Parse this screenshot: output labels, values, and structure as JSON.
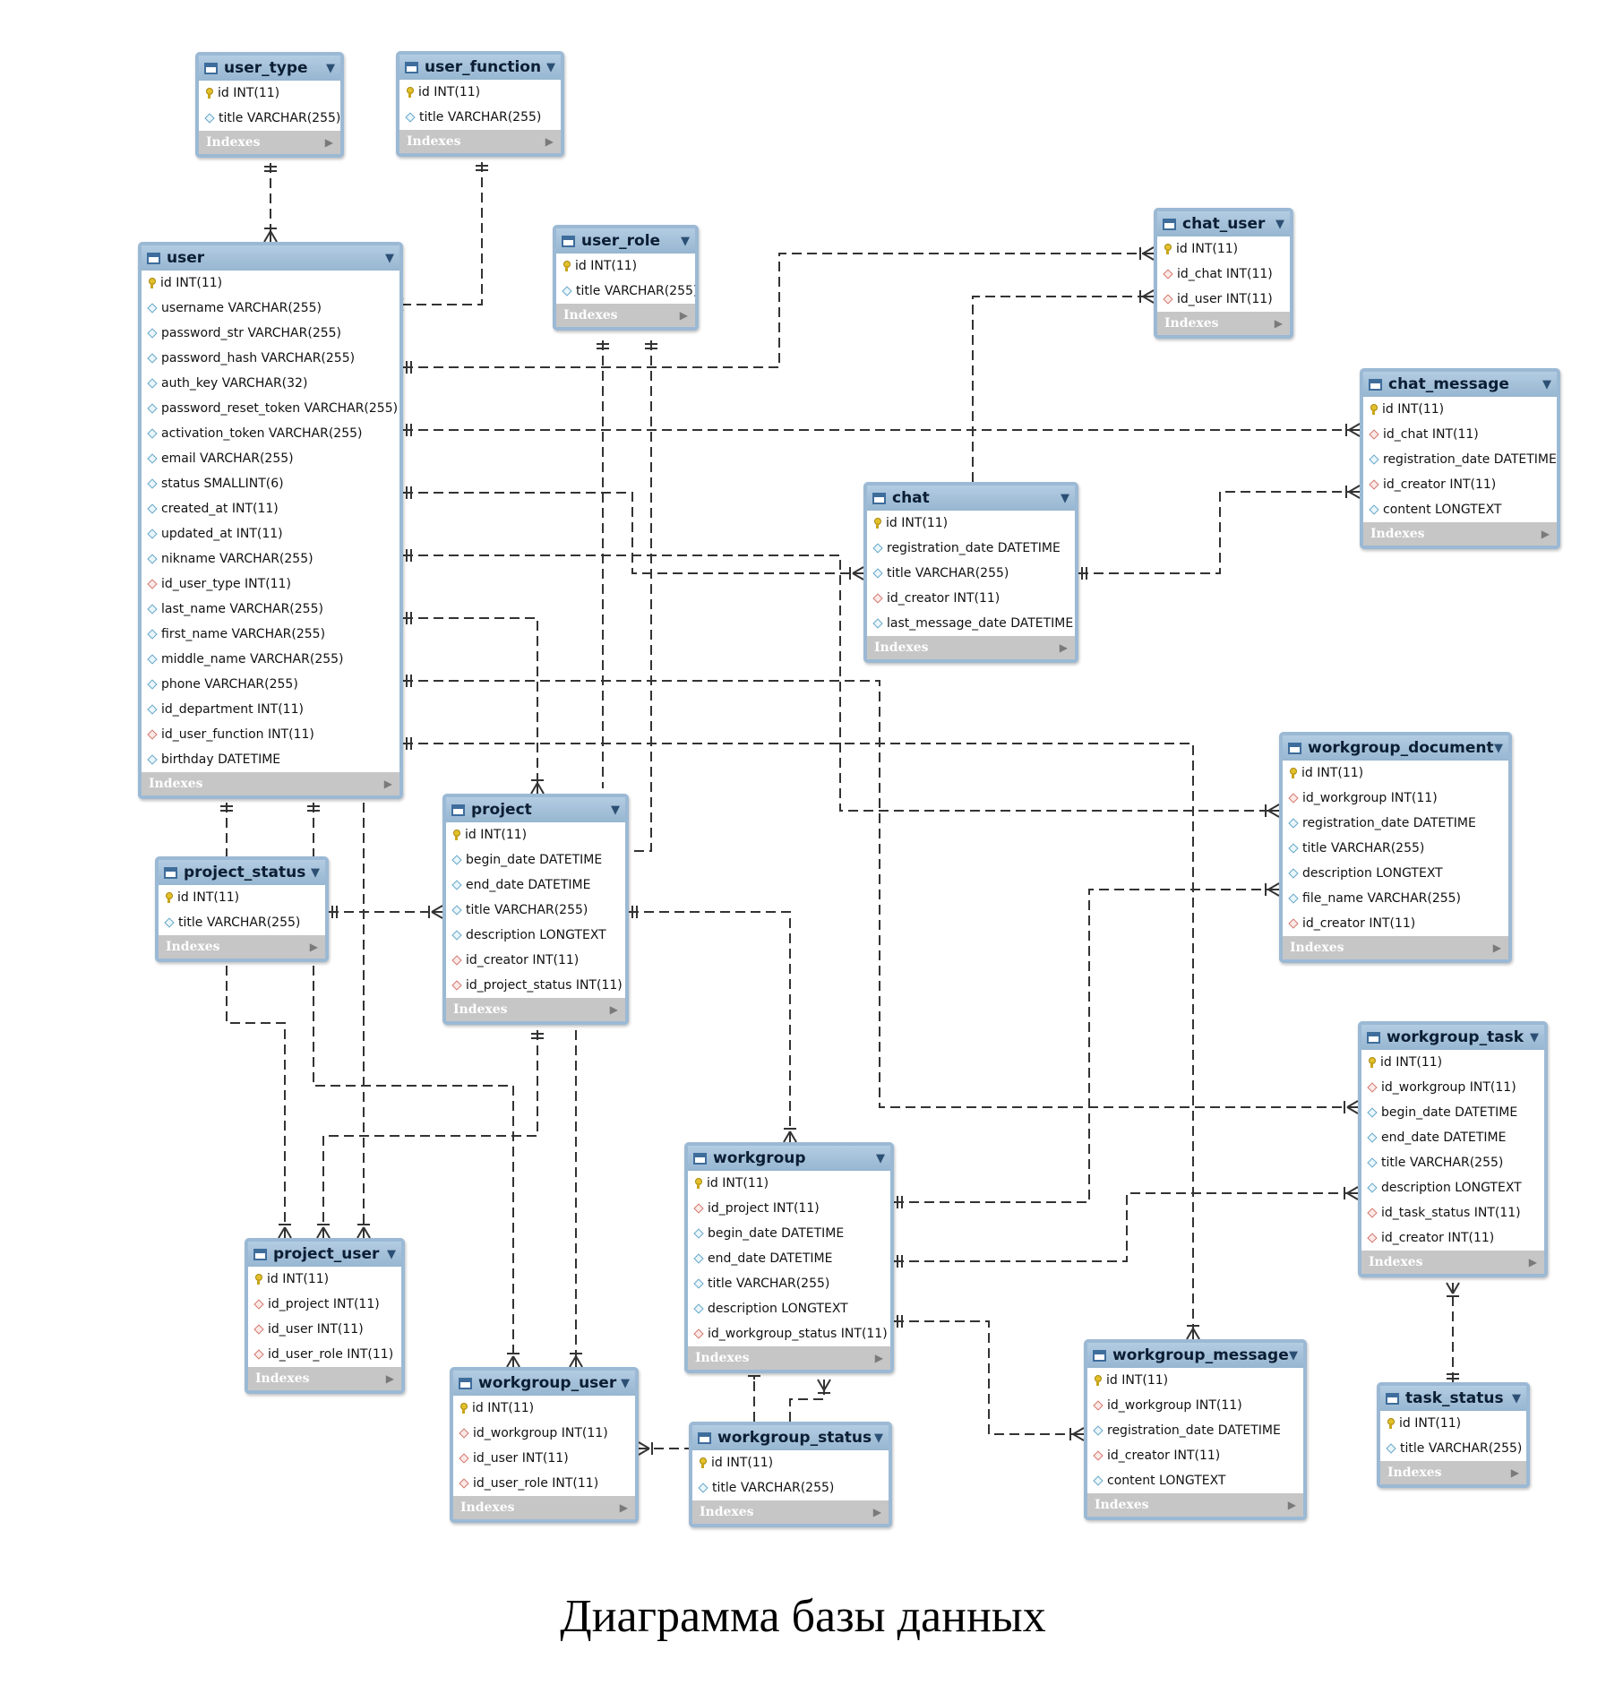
{
  "caption": "Диаграмма базы данных",
  "index_label": "Indexes",
  "colors": {
    "header": "#a7c3dc",
    "border": "#9bb9d4",
    "line": "#333333",
    "index_bar": "#c6c6c6"
  },
  "tables": [
    {
      "id": "user_type",
      "name": "user_type",
      "columns": [
        {
          "text": "id INT(11)",
          "kind": "pk"
        },
        {
          "text": "title VARCHAR(255)",
          "kind": "col"
        }
      ]
    },
    {
      "id": "user_function",
      "name": "user_function",
      "columns": [
        {
          "text": "id INT(11)",
          "kind": "pk"
        },
        {
          "text": "title VARCHAR(255)",
          "kind": "col"
        }
      ]
    },
    {
      "id": "user_role",
      "name": "user_role",
      "columns": [
        {
          "text": "id INT(11)",
          "kind": "pk"
        },
        {
          "text": "title VARCHAR(255)",
          "kind": "col"
        }
      ]
    },
    {
      "id": "user",
      "name": "user",
      "columns": [
        {
          "text": "id INT(11)",
          "kind": "pk"
        },
        {
          "text": "username VARCHAR(255)",
          "kind": "col"
        },
        {
          "text": "password_str VARCHAR(255)",
          "kind": "col"
        },
        {
          "text": "password_hash VARCHAR(255)",
          "kind": "col"
        },
        {
          "text": "auth_key VARCHAR(32)",
          "kind": "col"
        },
        {
          "text": "password_reset_token VARCHAR(255)",
          "kind": "col"
        },
        {
          "text": "activation_token VARCHAR(255)",
          "kind": "col"
        },
        {
          "text": "email VARCHAR(255)",
          "kind": "col"
        },
        {
          "text": "status SMALLINT(6)",
          "kind": "col"
        },
        {
          "text": "created_at INT(11)",
          "kind": "col"
        },
        {
          "text": "updated_at INT(11)",
          "kind": "col"
        },
        {
          "text": "nikname VARCHAR(255)",
          "kind": "col"
        },
        {
          "text": "id_user_type INT(11)",
          "kind": "fk"
        },
        {
          "text": "last_name VARCHAR(255)",
          "kind": "col"
        },
        {
          "text": "first_name VARCHAR(255)",
          "kind": "col"
        },
        {
          "text": "middle_name VARCHAR(255)",
          "kind": "col"
        },
        {
          "text": "phone VARCHAR(255)",
          "kind": "col"
        },
        {
          "text": "id_department INT(11)",
          "kind": "col"
        },
        {
          "text": "id_user_function INT(11)",
          "kind": "fk"
        },
        {
          "text": "birthday DATETIME",
          "kind": "col"
        }
      ]
    },
    {
      "id": "chat_user",
      "name": "chat_user",
      "columns": [
        {
          "text": "id INT(11)",
          "kind": "pk"
        },
        {
          "text": "id_chat INT(11)",
          "kind": "fk"
        },
        {
          "text": "id_user INT(11)",
          "kind": "fk"
        }
      ]
    },
    {
      "id": "chat_message",
      "name": "chat_message",
      "columns": [
        {
          "text": "id INT(11)",
          "kind": "pk"
        },
        {
          "text": "id_chat INT(11)",
          "kind": "fk"
        },
        {
          "text": "registration_date DATETIME",
          "kind": "col"
        },
        {
          "text": "id_creator INT(11)",
          "kind": "fk"
        },
        {
          "text": "content LONGTEXT",
          "kind": "col"
        }
      ]
    },
    {
      "id": "chat",
      "name": "chat",
      "columns": [
        {
          "text": "id INT(11)",
          "kind": "pk"
        },
        {
          "text": "registration_date DATETIME",
          "kind": "col"
        },
        {
          "text": "title VARCHAR(255)",
          "kind": "col"
        },
        {
          "text": "id_creator INT(11)",
          "kind": "fk"
        },
        {
          "text": "last_message_date DATETIME",
          "kind": "col"
        }
      ]
    },
    {
      "id": "workgroup_document",
      "name": "workgroup_document",
      "columns": [
        {
          "text": "id INT(11)",
          "kind": "pk"
        },
        {
          "text": "id_workgroup INT(11)",
          "kind": "fk"
        },
        {
          "text": "registration_date DATETIME",
          "kind": "col"
        },
        {
          "text": "title VARCHAR(255)",
          "kind": "col"
        },
        {
          "text": "description LONGTEXT",
          "kind": "col"
        },
        {
          "text": "file_name VARCHAR(255)",
          "kind": "col"
        },
        {
          "text": "id_creator INT(11)",
          "kind": "fk"
        }
      ]
    },
    {
      "id": "project_status",
      "name": "project_status",
      "columns": [
        {
          "text": "id INT(11)",
          "kind": "pk"
        },
        {
          "text": "title VARCHAR(255)",
          "kind": "col"
        }
      ]
    },
    {
      "id": "project",
      "name": "project",
      "columns": [
        {
          "text": "id INT(11)",
          "kind": "pk"
        },
        {
          "text": "begin_date DATETIME",
          "kind": "col"
        },
        {
          "text": "end_date DATETIME",
          "kind": "col"
        },
        {
          "text": "title VARCHAR(255)",
          "kind": "col"
        },
        {
          "text": "description LONGTEXT",
          "kind": "col"
        },
        {
          "text": "id_creator INT(11)",
          "kind": "fk"
        },
        {
          "text": "id_project_status INT(11)",
          "kind": "fk"
        }
      ]
    },
    {
      "id": "workgroup_task",
      "name": "workgroup_task",
      "columns": [
        {
          "text": "id INT(11)",
          "kind": "pk"
        },
        {
          "text": "id_workgroup INT(11)",
          "kind": "fk"
        },
        {
          "text": "begin_date DATETIME",
          "kind": "col"
        },
        {
          "text": "end_date DATETIME",
          "kind": "col"
        },
        {
          "text": "title VARCHAR(255)",
          "kind": "col"
        },
        {
          "text": "description LONGTEXT",
          "kind": "col"
        },
        {
          "text": "id_task_status INT(11)",
          "kind": "fk"
        },
        {
          "text": "id_creator INT(11)",
          "kind": "fk"
        }
      ]
    },
    {
      "id": "workgroup",
      "name": "workgroup",
      "columns": [
        {
          "text": "id INT(11)",
          "kind": "pk"
        },
        {
          "text": "id_project INT(11)",
          "kind": "fk"
        },
        {
          "text": "begin_date DATETIME",
          "kind": "col"
        },
        {
          "text": "end_date DATETIME",
          "kind": "col"
        },
        {
          "text": "title VARCHAR(255)",
          "kind": "col"
        },
        {
          "text": "description LONGTEXT",
          "kind": "col"
        },
        {
          "text": "id_workgroup_status INT(11)",
          "kind": "fk"
        }
      ]
    },
    {
      "id": "project_user",
      "name": "project_user",
      "columns": [
        {
          "text": "id INT(11)",
          "kind": "pk"
        },
        {
          "text": "id_project INT(11)",
          "kind": "fk"
        },
        {
          "text": "id_user INT(11)",
          "kind": "fk"
        },
        {
          "text": "id_user_role INT(11)",
          "kind": "fk"
        }
      ]
    },
    {
      "id": "workgroup_user",
      "name": "workgroup_user",
      "columns": [
        {
          "text": "id INT(11)",
          "kind": "pk"
        },
        {
          "text": "id_workgroup INT(11)",
          "kind": "fk"
        },
        {
          "text": "id_user INT(11)",
          "kind": "fk"
        },
        {
          "text": "id_user_role INT(11)",
          "kind": "fk"
        }
      ]
    },
    {
      "id": "workgroup_status",
      "name": "workgroup_status",
      "columns": [
        {
          "text": "id INT(11)",
          "kind": "pk"
        },
        {
          "text": "title VARCHAR(255)",
          "kind": "col"
        }
      ]
    },
    {
      "id": "workgroup_message",
      "name": "workgroup_message",
      "columns": [
        {
          "text": "id INT(11)",
          "kind": "pk"
        },
        {
          "text": "id_workgroup INT(11)",
          "kind": "fk"
        },
        {
          "text": "registration_date DATETIME",
          "kind": "col"
        },
        {
          "text": "id_creator INT(11)",
          "kind": "fk"
        },
        {
          "text": "content LONGTEXT",
          "kind": "col"
        }
      ]
    },
    {
      "id": "task_status",
      "name": "task_status",
      "columns": [
        {
          "text": "id INT(11)",
          "kind": "pk"
        },
        {
          "text": "title VARCHAR(255)",
          "kind": "col"
        }
      ]
    }
  ]
}
